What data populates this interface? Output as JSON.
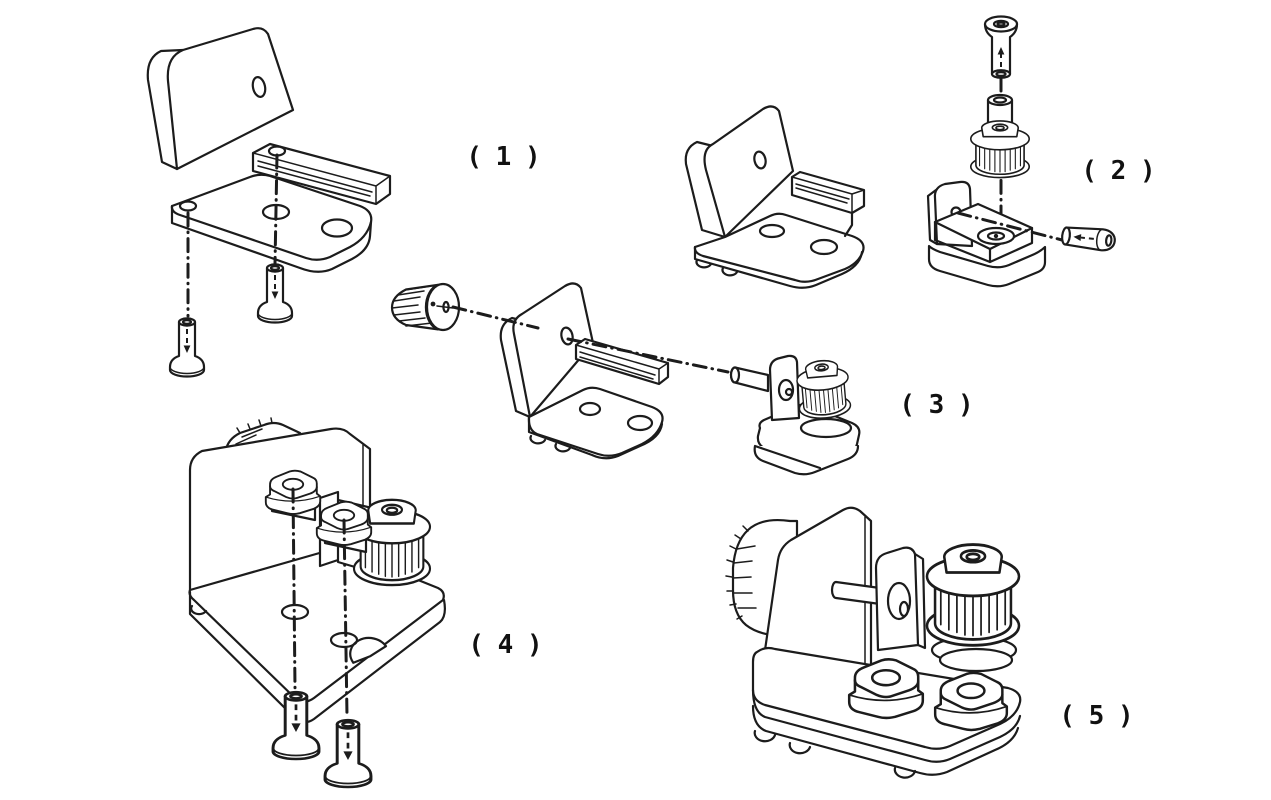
{
  "figure": {
    "colors": {
      "background": "#ffffff",
      "line": "#1c1c1c",
      "label": "#111111"
    },
    "steps": [
      {
        "label": "( 1 )"
      },
      {
        "label": "( 2 )"
      },
      {
        "label": "( 3 )"
      },
      {
        "label": "( 4 )"
      },
      {
        "label": "( 5 )"
      }
    ]
  }
}
